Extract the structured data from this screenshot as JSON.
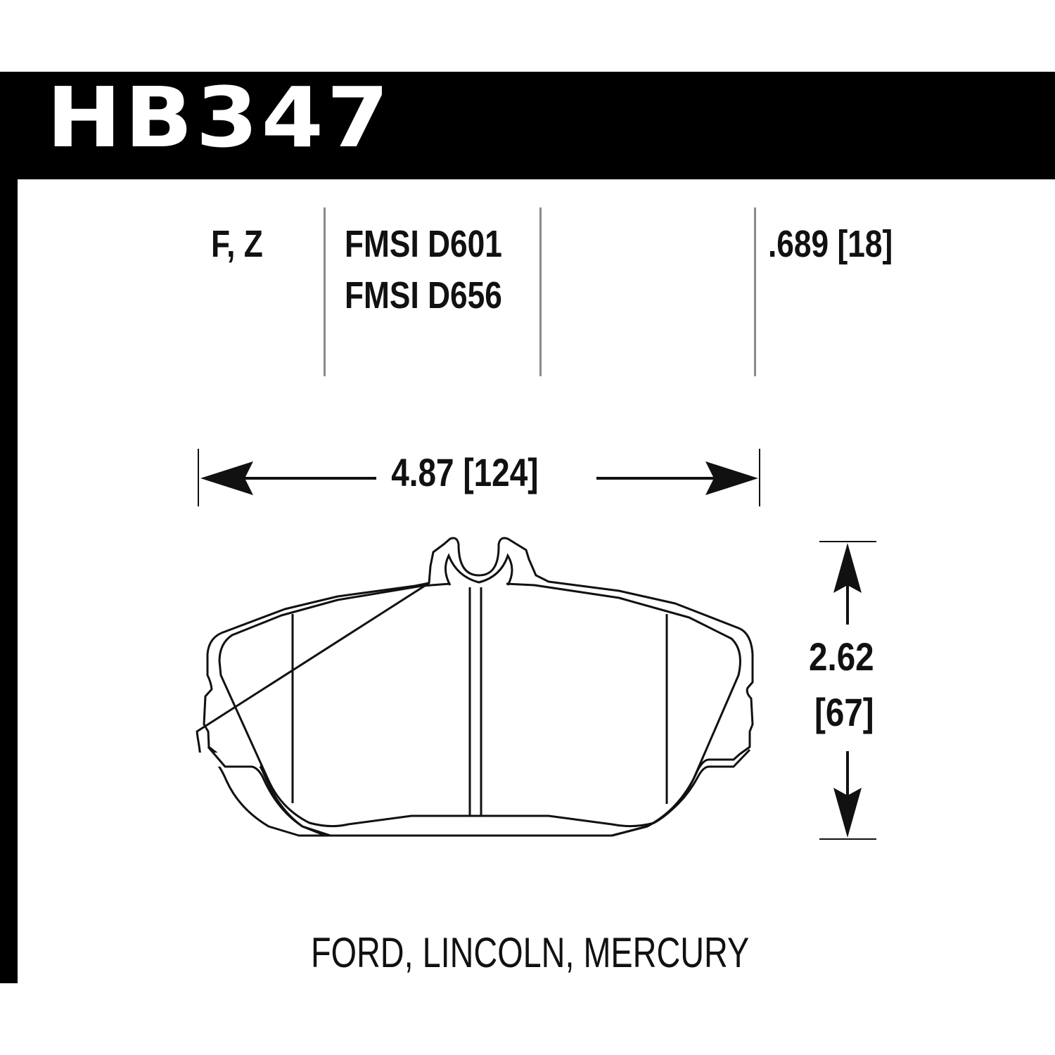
{
  "header": {
    "part_number": "HB347"
  },
  "specs": {
    "position": "F, Z",
    "fmsi": [
      "FMSI D601",
      "FMSI D656"
    ],
    "thickness": ".689  [18]"
  },
  "dimensions": {
    "width": "4.87 [124]",
    "height_in": "2.62",
    "height_mm": "[67]"
  },
  "applications": "FORD, LINCOLN, MERCURY",
  "colors": {
    "bar": "#000000",
    "text": "#111111",
    "divider": "#8a8a8a",
    "background": "#ffffff"
  }
}
